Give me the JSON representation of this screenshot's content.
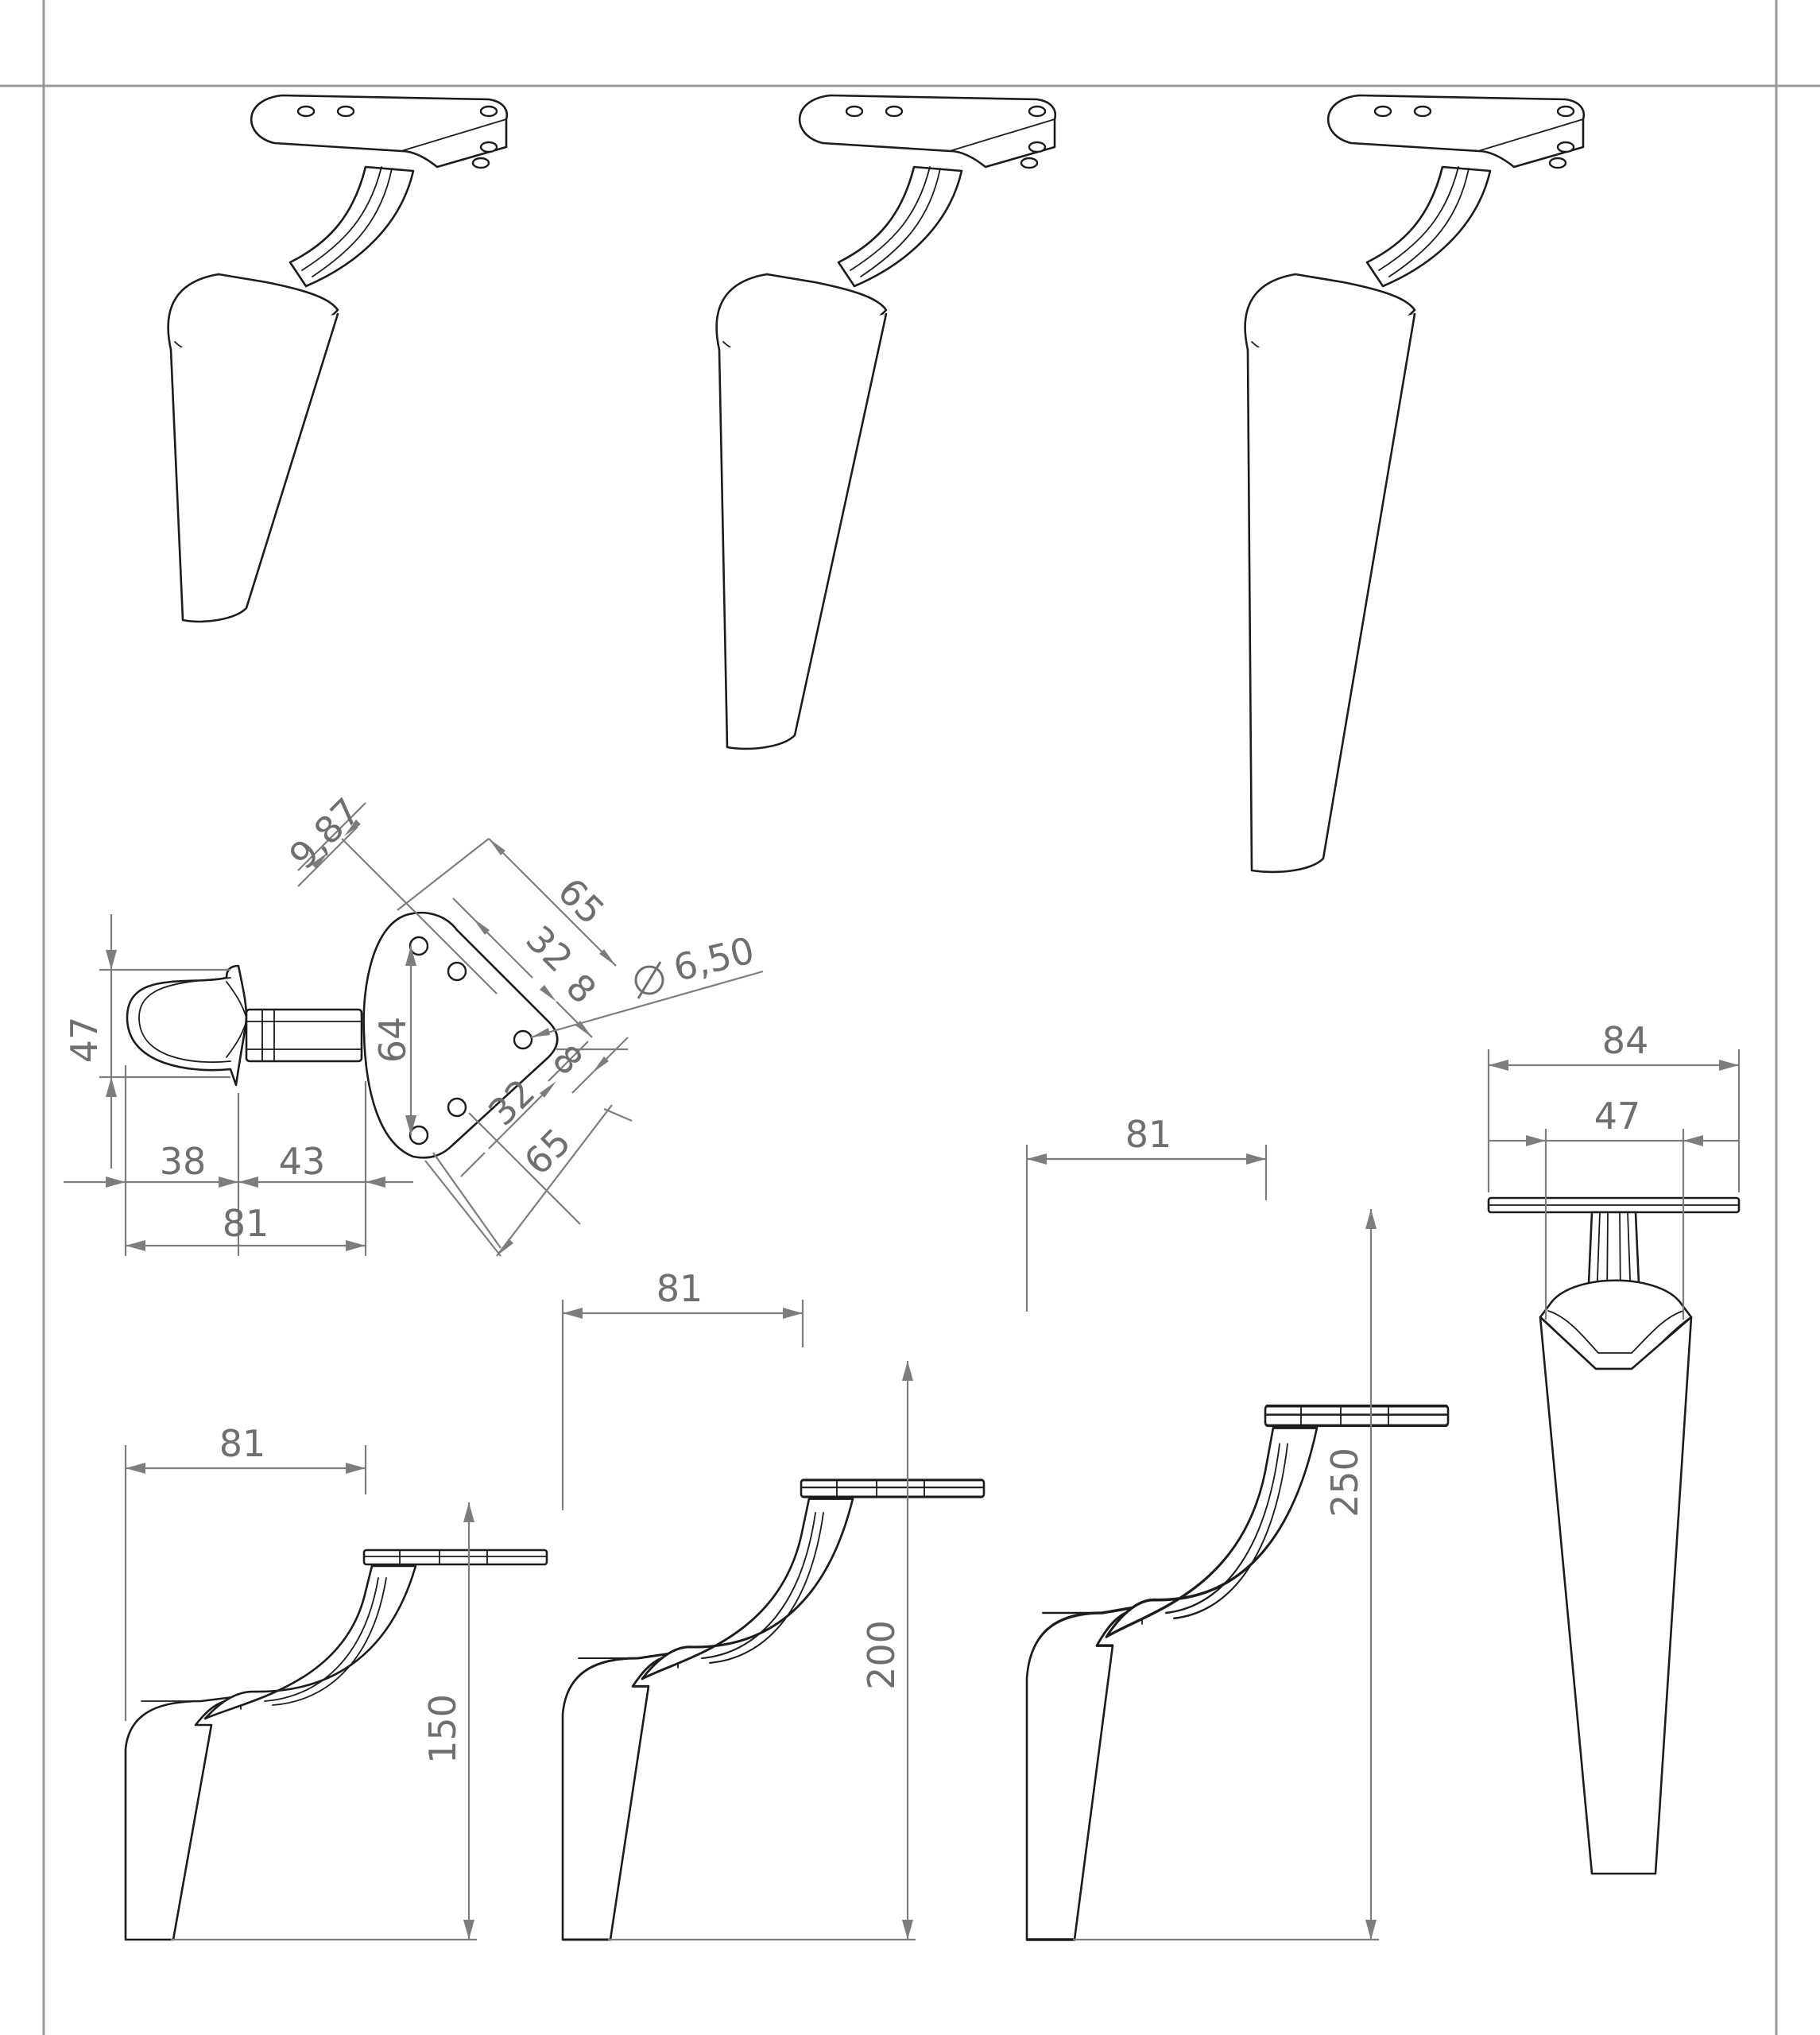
{
  "colors": {
    "linework": "#1c1c1c",
    "dimension": "#7d7d7d",
    "frame": "#9a9a9a",
    "background": "#ffffff"
  },
  "plan_view": {
    "width_47": "47",
    "stem_38": "38",
    "stem_43": "43",
    "overall_81": "81",
    "plate_64": "64",
    "offset_9_87": "9,87",
    "diag_65_top": "65",
    "diag_32_top": "32",
    "diag_8_top": "8",
    "hole_diameter": "6,50",
    "diag_8_bottom": "8",
    "diag_32_bottom": "32",
    "diag_65_bottom": "65"
  },
  "side_views": [
    {
      "reach": "81",
      "height": "150"
    },
    {
      "reach": "81",
      "height": "200"
    },
    {
      "reach": "81",
      "height": "250"
    }
  ],
  "front_view": {
    "plate_width": "84",
    "stem_width": "47"
  }
}
